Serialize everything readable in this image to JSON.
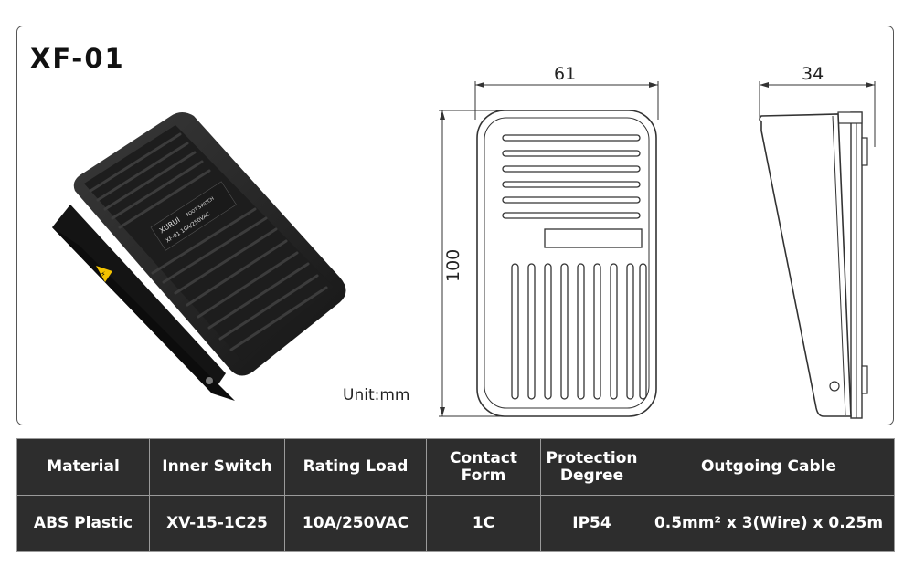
{
  "product": {
    "model": "XF-01",
    "unit_note": "Unit:mm",
    "product_label": {
      "brand": "XURUI",
      "sub": "FOOT SWITCH",
      "model_rating": "XF-01 10A/250VAC"
    }
  },
  "dimensions": {
    "width": "61",
    "height": "100",
    "depth": "34"
  },
  "specs": {
    "headers": {
      "material": "Material",
      "inner_switch": "Inner Switch",
      "rating_load": "Rating Load",
      "contact_form_1": "Contact",
      "contact_form_2": "Form",
      "protection_1": "Protection",
      "protection_2": "Degree",
      "cable": "Outgoing Cable"
    },
    "values": {
      "material": "ABS Plastic",
      "inner_switch": "XV-15-1C25",
      "rating_load": "10A/250VAC",
      "contact_form": "1C",
      "protection": "IP54",
      "cable": "0.5mm² x 3(Wire) x 0.25m"
    }
  },
  "colors": {
    "table_bg": "#2d2d2d",
    "pedal_body": "#1e1e1e",
    "warning_label": "#f2c200"
  }
}
